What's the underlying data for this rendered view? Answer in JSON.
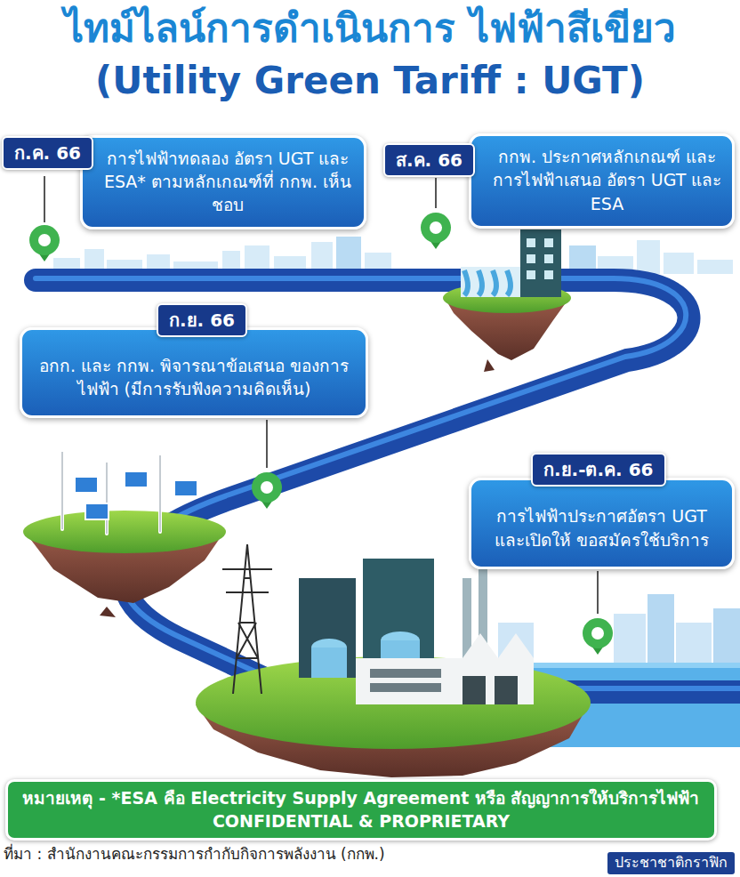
{
  "diagram": {
    "title": "ไทม์ไลน์การดำเนินการ ไฟฟ้าสีเขียว",
    "nodes": [
      {
        "text": [
          "ก.ค. 66",
          "การไฟฟ้าทดลอง อัตรา UGT และ ESA* ตามหลักเกณฑ์ที่ กกพ. เห็นชอบ"
        ]
      },
      {
        "text": [
          "ส.ค. 66",
          "กกพ. ประกาศหลักเกณฑ์ และการไฟฟ้าเสนอ อัตรา UGT และ ESA"
        ]
      },
      {
        "text": [
          "ก.ย. 66",
          "อกก. และ กกพ. พิจารณาข้อเสนอ ของการไฟฟ้า (มีการรับฟังความคิดเห็น)"
        ]
      },
      {
        "text": [
          "ก.ย.-ต.ค. 66",
          "การไฟฟ้าประกาศอัตรา UGT และเปิดให้ ขอสมัครใช้บริการ"
        ]
      },
      {
        "text": [
          "หมายเหตุ - *ESA คือ Electricity Supply Agreement หรือ สัญญาการให้บริการไฟฟ้า CONFIDENTIAL & PROPRIETARY"
        ]
      },
      {
        "text": [
          "ประชาชาติกราฟิก"
        ]
      }
    ],
    "labels": [
      "(Utility Green Tariff : UGT)",
      "ที่มา : สำนักงานคณะกรรมการกำกับกิจการพลังงาน (กกพ.)"
    ]
  }
}
